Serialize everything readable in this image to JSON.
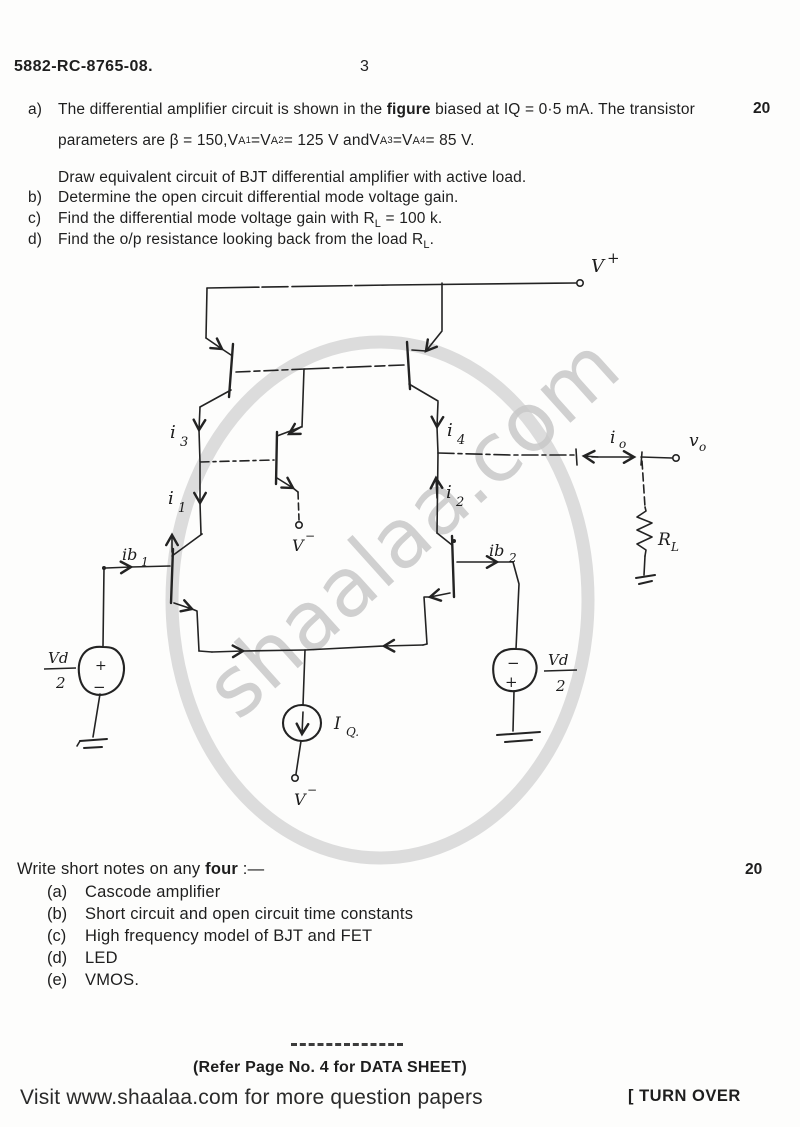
{
  "watermark": {
    "text": "shaalaa.com"
  },
  "header": {
    "doc_number": "5882-RC-8765-08.",
    "page_number": "3"
  },
  "q7": {
    "marks": "20",
    "a_label": "a)",
    "a_line1": [
      {
        "t": "The differential amplifier circuit is shown in the "
      },
      {
        "t": "figure",
        "s": "b"
      },
      {
        "t": " biased at IQ = 0·5 mA.  The transistor"
      }
    ],
    "a_line2": [
      {
        "t": "parameters are β = 150,  "
      },
      {
        "t": "V"
      },
      {
        "t": "A",
        "s": "sub"
      },
      {
        "t": "1",
        "s": "subsub"
      },
      {
        "t": " = "
      },
      {
        "t": "V"
      },
      {
        "t": "A",
        "s": "sub"
      },
      {
        "t": "2",
        "s": "subsub"
      },
      {
        "t": " = 125 V  and  "
      },
      {
        "t": "V"
      },
      {
        "t": "A",
        "s": "sub"
      },
      {
        "t": "3",
        "s": "subsub"
      },
      {
        "t": " = "
      },
      {
        "t": "V"
      },
      {
        "t": "A",
        "s": "sub"
      },
      {
        "t": "4",
        "s": "subsub"
      },
      {
        "t": " = 85 V."
      }
    ],
    "a_line3": "Draw equivalent circuit of BJT differential amplifier with active load.",
    "b_label": "b)",
    "b_text": "Determine the open circuit differential mode voltage gain.",
    "c_label": "c)",
    "c_segments": [
      {
        "t": "Find the differential mode voltage gain with "
      },
      {
        "t": "R"
      },
      {
        "t": "L",
        "s": "sub"
      },
      {
        "t": " = 100 k."
      }
    ],
    "d_label": "d)",
    "d_segments": [
      {
        "t": "Find the o/p resistance looking back from the load "
      },
      {
        "t": "R"
      },
      {
        "t": "L",
        "s": "sub"
      },
      {
        "t": "."
      }
    ]
  },
  "q8": {
    "marks": "20",
    "intro_segments": [
      {
        "t": "Write short notes on any "
      },
      {
        "t": "four",
        "s": "b"
      },
      {
        "t": " :—"
      }
    ],
    "items": [
      {
        "label": "(a)",
        "text": "Cascode amplifier"
      },
      {
        "label": "(b)",
        "text": "Short circuit and open circuit time constants"
      },
      {
        "label": "(c)",
        "text": "High frequency model of BJT and FET"
      },
      {
        "label": "(d)",
        "text": "LED"
      },
      {
        "label": "(e)",
        "text": "VMOS."
      }
    ]
  },
  "circuit": {
    "labels": {
      "v_plus_base": "V",
      "v_plus_sup": "+",
      "i3_base": "i",
      "i3_sub": "3",
      "i1_base": "i",
      "i1_sub": "1",
      "i4_base": "i",
      "i4_sub": "4",
      "i2_base": "i",
      "i2_sub": "2",
      "ib1_base": "ib",
      "ib1_sub": "1",
      "ib2_base": "ib",
      "ib2_sub": "2",
      "io_base": "i",
      "io_sub": "o",
      "vo_base": "v",
      "vo_sub": "o",
      "v_minus_mid_base": "V",
      "v_minus_mid_sup": "−",
      "v_minus_bot_base": "V",
      "v_minus_bot_sup": "−",
      "iq_base": "I",
      "iq_sub": "Q.",
      "rl_base": "R",
      "rl_sub": "L",
      "vd_left_num": "Vd",
      "vd_left_den": "2",
      "vd_right_num": "Vd",
      "vd_right_den": "2",
      "src_left_plus": "+",
      "src_left_minus": "−",
      "src_right_minus": "−",
      "src_right_plus": "+"
    }
  },
  "footer": {
    "refer": "(Refer  Page No. 4 for DATA SHEET)",
    "visit": "Visit www.shaalaa.com for more question papers",
    "turn_over": "[ TURN OVER"
  }
}
